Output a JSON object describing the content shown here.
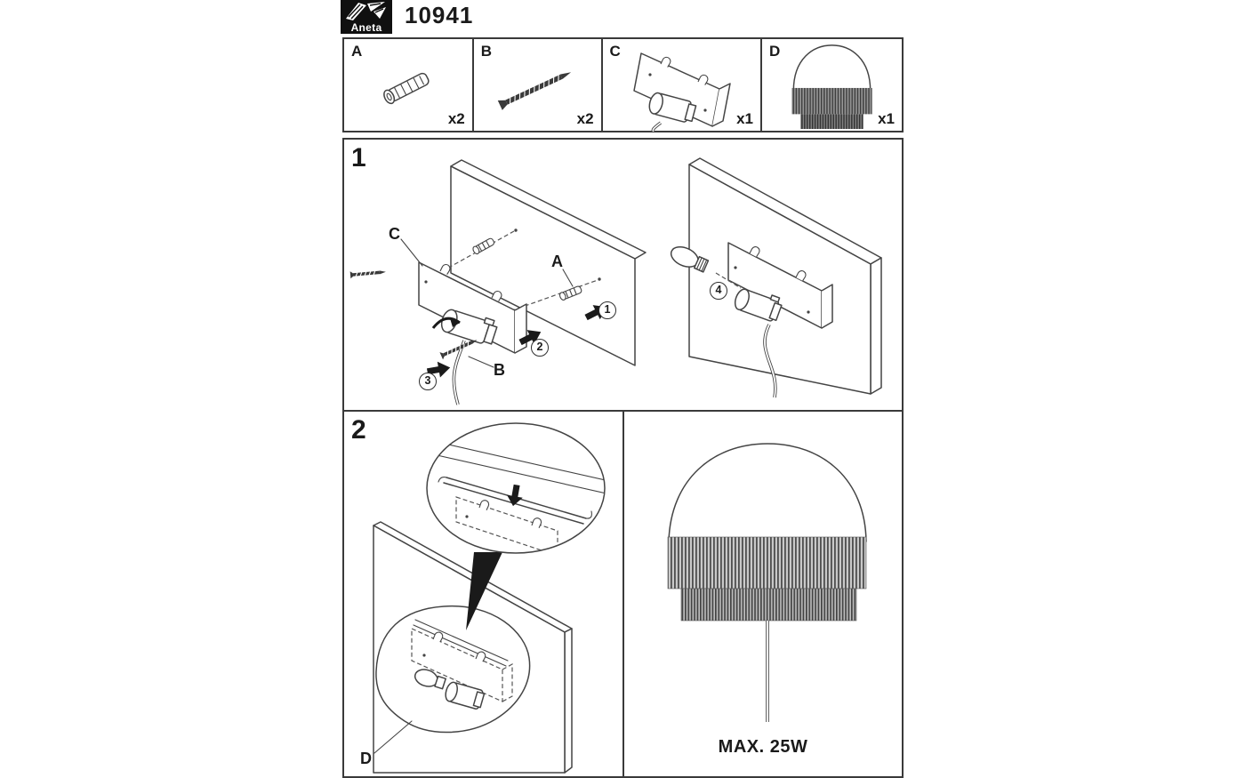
{
  "header": {
    "brand": "Aneta",
    "product_code": "10941",
    "logo_icon": "bird-logo-icon"
  },
  "parts": [
    {
      "id": "A",
      "qty": "x2",
      "icon": "wall-plug-icon"
    },
    {
      "id": "B",
      "qty": "x2",
      "icon": "screw-icon"
    },
    {
      "id": "C",
      "qty": "x1",
      "icon": "bracket-socket-icon"
    },
    {
      "id": "D",
      "qty": "x1",
      "icon": "dome-shade-icon"
    }
  ],
  "step1": {
    "number": "1",
    "labels": {
      "c": "C",
      "a": "A",
      "b": "B"
    },
    "markers": [
      "1",
      "2",
      "3",
      "4"
    ]
  },
  "step2": {
    "number": "2",
    "label_d": "D",
    "wattage_note": "MAX. 25W"
  },
  "colors": {
    "line": "#444444",
    "text": "#1a1a1a",
    "fringe_light": "#c9c9c9",
    "fringe_dark": "#4f4f4f"
  }
}
